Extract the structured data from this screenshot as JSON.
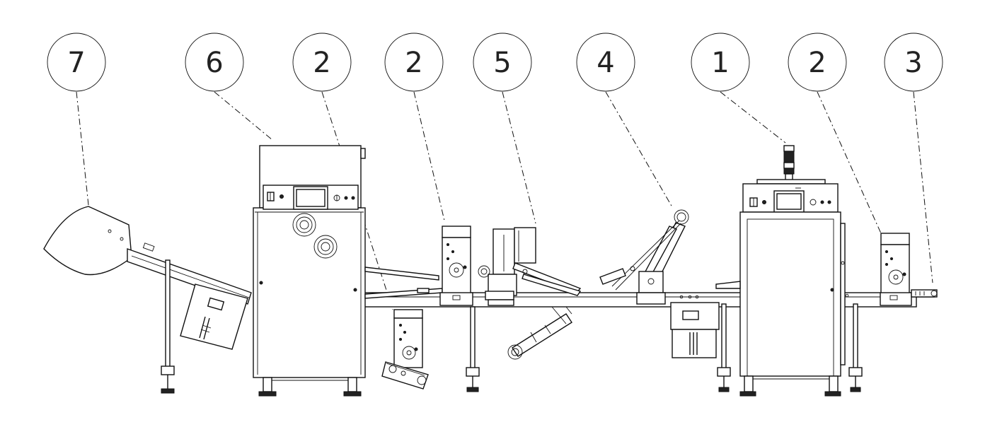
{
  "callouts": [
    {
      "id": "c1",
      "label": "7"
    },
    {
      "id": "c2",
      "label": "6"
    },
    {
      "id": "c3",
      "label": "2"
    },
    {
      "id": "c4",
      "label": "2"
    },
    {
      "id": "c5",
      "label": "5"
    },
    {
      "id": "c6",
      "label": "4"
    },
    {
      "id": "c7",
      "label": "1"
    },
    {
      "id": "c8",
      "label": "2"
    },
    {
      "id": "c9",
      "label": "3"
    }
  ],
  "colors": {
    "line": "#111111",
    "background": "#ffffff"
  }
}
